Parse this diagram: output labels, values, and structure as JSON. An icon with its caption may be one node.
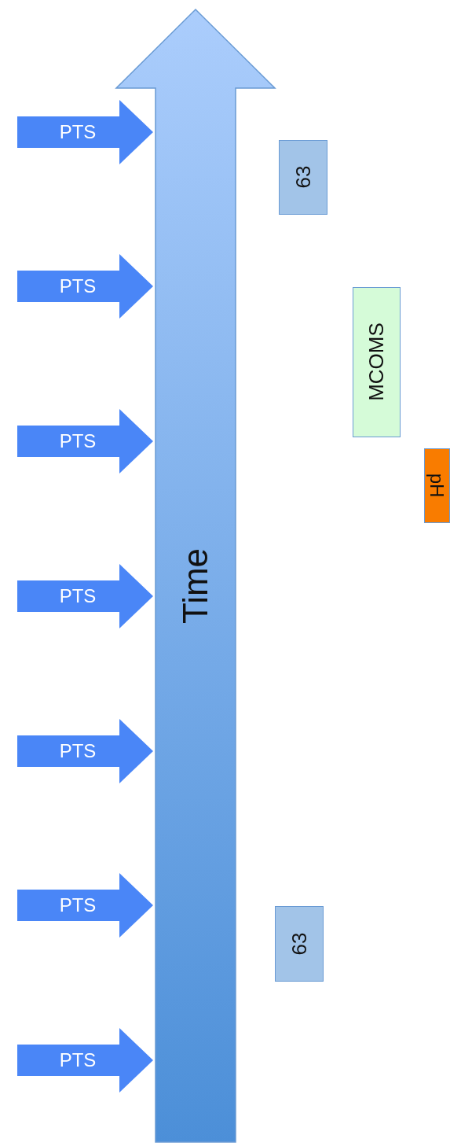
{
  "diagram": {
    "nodes": [
      {
        "text": [
          "Time"
        ]
      },
      {
        "text": [
          "PTS"
        ]
      },
      {
        "text": [
          "PTS"
        ]
      },
      {
        "text": [
          "PTS"
        ]
      },
      {
        "text": [
          "PTS"
        ]
      },
      {
        "text": [
          "PTS"
        ]
      },
      {
        "text": [
          "PTS"
        ]
      },
      {
        "text": [
          "PTS"
        ]
      },
      {
        "text": [
          "63"
        ]
      },
      {
        "text": [
          "MCOMS"
        ]
      },
      {
        "text": [
          "pH"
        ]
      },
      {
        "text": [
          "63"
        ]
      }
    ]
  }
}
